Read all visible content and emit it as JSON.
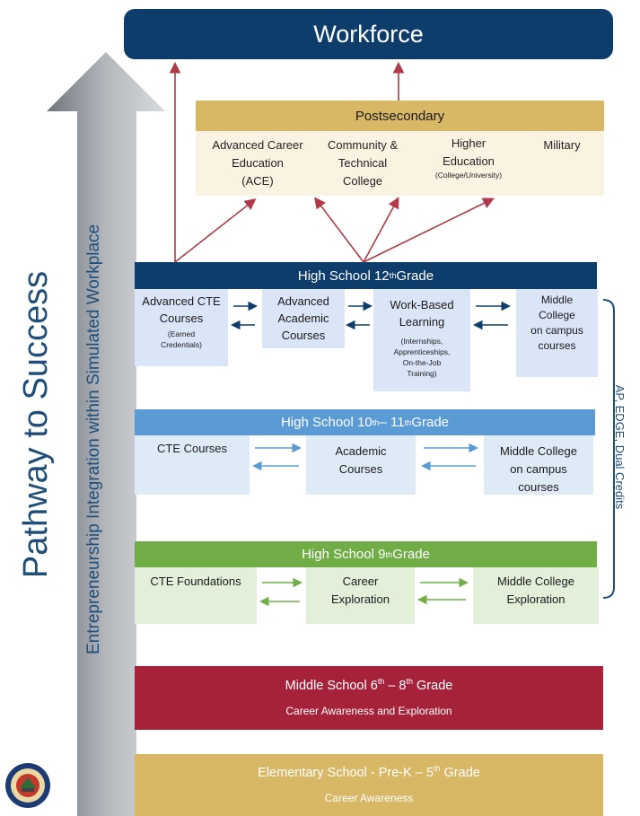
{
  "side_title": "Pathway to Success",
  "arrow_label": "Entrepreneurship Integration within Simulated Workplace",
  "workforce": "Workforce",
  "postsecondary": {
    "title": "Postsecondary",
    "items": [
      {
        "lines": [
          "Advanced Career",
          "Education",
          "(ACE)"
        ]
      },
      {
        "lines": [
          "Community &",
          "Technical",
          "College"
        ]
      },
      {
        "lines": [
          "Higher",
          "Education"
        ],
        "note": "(College/University)"
      },
      {
        "lines": [
          "Military"
        ]
      }
    ]
  },
  "grade12": {
    "title_pre": "High School 12",
    "title_sup": "th",
    "title_post": " Grade",
    "boxes": [
      {
        "lines": [
          "Advanced CTE",
          "Courses"
        ],
        "note_lines": [
          "(Earned",
          "Credentials)"
        ]
      },
      {
        "lines": [
          "Advanced",
          "Academic",
          "Courses"
        ]
      },
      {
        "lines": [
          "Work-Based",
          "Learning"
        ],
        "note_lines": [
          "(Internships,",
          "Apprenticeships,",
          "On-the-Job",
          "Training)"
        ]
      },
      {
        "lines": [
          "Middle",
          "College",
          "on campus",
          "courses"
        ]
      }
    ]
  },
  "grade10_11": {
    "title_a": "High School 10",
    "sup_a": "th",
    "title_b": " – 11",
    "sup_b": "th",
    "title_c": " Grade",
    "boxes": [
      {
        "lines": [
          "CTE Courses"
        ]
      },
      {
        "lines": [
          "Academic",
          "Courses"
        ]
      },
      {
        "lines": [
          "Middle College",
          "on campus",
          "courses"
        ]
      }
    ]
  },
  "grade9": {
    "title_pre": "High School 9",
    "title_sup": "th",
    "title_post": " Grade",
    "boxes": [
      {
        "lines": [
          "CTE Foundations"
        ]
      },
      {
        "lines": [
          "Career",
          "Exploration"
        ]
      },
      {
        "lines": [
          "Middle College",
          "Exploration"
        ]
      }
    ]
  },
  "middle_school": {
    "title_a": "Middle School 6",
    "sup_a": "th",
    "title_b": " – 8",
    "sup_b": "th",
    "title_c": " Grade",
    "subtitle": "Career Awareness and Exploration"
  },
  "elementary": {
    "title_a": "Elementary School - Pre-K – 5",
    "sup_a": "th",
    "title_b": " Grade",
    "subtitle": "Career Awareness"
  },
  "side_bracket_label": "AP, EDGE, Dual Credits",
  "colors": {
    "navy": "#0e3d6b",
    "gold": "#d8b867",
    "light_blue": "#5b9bd5",
    "green": "#70ad47",
    "maroon": "#a5223a",
    "arrow_red": "#b03a4a",
    "arrow_grey": "#8c9299"
  },
  "icons": [
    "state-seal-icon"
  ]
}
